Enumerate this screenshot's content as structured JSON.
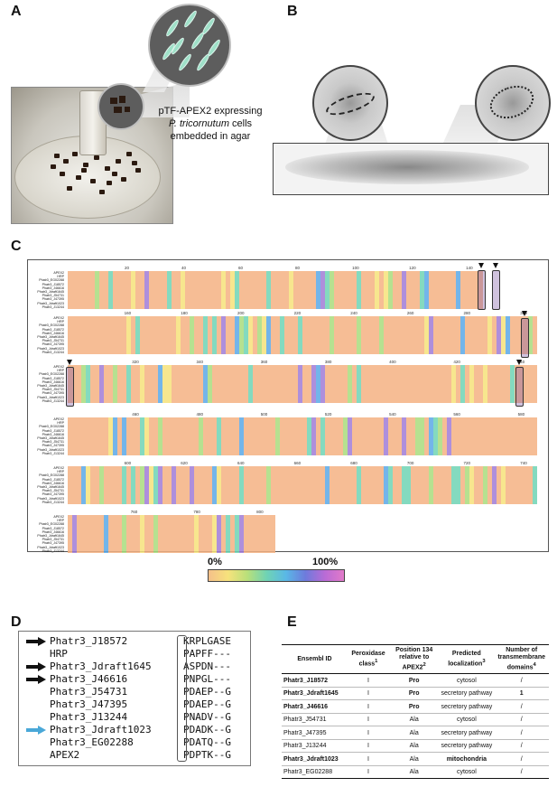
{
  "panels": {
    "a": "A",
    "b": "B",
    "c": "C",
    "d": "D",
    "e": "E"
  },
  "panel_a": {
    "caption_line1": "pTF-APEX2 expressing",
    "caption_line2": "P. tricornutum",
    "caption_line3": " cells",
    "caption_line4": "embedded in agar"
  },
  "panel_c": {
    "ruler_rows": [
      [
        "20",
        "40",
        "60",
        "80",
        "100",
        "120",
        "140"
      ],
      [
        "160",
        "180",
        "200",
        "220",
        "240",
        "260",
        "280",
        "300"
      ],
      [
        "320",
        "340",
        "360",
        "380",
        "400",
        "420",
        "440"
      ],
      [
        "460",
        "480",
        "500",
        "520",
        "540",
        "560",
        "580"
      ],
      [
        "600",
        "620",
        "640",
        "660",
        "680",
        "700",
        "720",
        "740"
      ],
      [
        "760",
        "780",
        "800"
      ]
    ],
    "seq_names": [
      "APEX2",
      "HRP",
      "Phatr3_EG02288",
      "Phatr3_J18572",
      "Phatr3_J46616",
      "Phatr3_Jdraft1645",
      "Phatr3_J54731",
      "Phatr3_J47395",
      "Phatr3_Jdraft1023",
      "Phatr3_J13244"
    ],
    "scale_min": "0%",
    "scale_max": "100%"
  },
  "panel_d": {
    "rows": [
      {
        "name": "Phatr3_J18572",
        "seq": "KRPLGASE",
        "arrow": "black"
      },
      {
        "name": "HRP",
        "seq": "PAPFF---",
        "arrow": ""
      },
      {
        "name": "Phatr3_Jdraft1645",
        "seq": "ASPDN---",
        "arrow": "black"
      },
      {
        "name": "Phatr3_J46616",
        "seq": "PNPGL---",
        "arrow": "black"
      },
      {
        "name": "Phatr3_J54731",
        "seq": "PDAEP--G",
        "arrow": ""
      },
      {
        "name": "Phatr3_J47395",
        "seq": "PDAEP--G",
        "arrow": ""
      },
      {
        "name": "Phatr3_J13244",
        "seq": "PNADV--G",
        "arrow": ""
      },
      {
        "name": "Phatr3_Jdraft1023",
        "seq": "PDADK--G",
        "arrow": "blue"
      },
      {
        "name": "Phatr3_EG02288",
        "seq": "PDATQ--G",
        "arrow": ""
      },
      {
        "name": "APEX2",
        "seq": "PDPTK--G",
        "arrow": ""
      }
    ]
  },
  "panel_e": {
    "headers": {
      "id": "Ensembl ID",
      "class": "Peroxidase class",
      "class_sup": "1",
      "pos": "Position 134 relative to APEX2",
      "pos_sup": "2",
      "loc": "Predicted localization",
      "loc_sup": "3",
      "tm": "Number of transmembrane domains",
      "tm_sup": "4"
    },
    "rows": [
      {
        "id": "Phatr3_J18572",
        "class": "I",
        "pos": "Pro",
        "loc": "cytosol",
        "tm": "/",
        "bold_id": true,
        "bold_pos": true,
        "bold_loc": false,
        "bold_tm": false
      },
      {
        "id": "Phatr3_Jdraft1645",
        "class": "I",
        "pos": "Pro",
        "loc": "secretory pathway",
        "tm": "1",
        "bold_id": true,
        "bold_pos": true,
        "bold_loc": false,
        "bold_tm": true
      },
      {
        "id": "Phatr3_J46616",
        "class": "I",
        "pos": "Pro",
        "loc": "secretory pathway",
        "tm": "/",
        "bold_id": true,
        "bold_pos": true,
        "bold_loc": false,
        "bold_tm": false
      },
      {
        "id": "Phatr3_J54731",
        "class": "I",
        "pos": "Ala",
        "loc": "cytosol",
        "tm": "/",
        "bold_id": false,
        "bold_pos": false,
        "bold_loc": false,
        "bold_tm": false
      },
      {
        "id": "Phatr3_J47395",
        "class": "I",
        "pos": "Ala",
        "loc": "secretory pathway",
        "tm": "/",
        "bold_id": false,
        "bold_pos": false,
        "bold_loc": false,
        "bold_tm": false
      },
      {
        "id": "Phatr3_J13244",
        "class": "I",
        "pos": "Ala",
        "loc": "secretory pathway",
        "tm": "/",
        "bold_id": false,
        "bold_pos": false,
        "bold_loc": false,
        "bold_tm": false
      },
      {
        "id": "Phatr3_Jdraft1023",
        "class": "I",
        "pos": "Ala",
        "loc": "mitochondria",
        "tm": "/",
        "bold_id": true,
        "bold_pos": false,
        "bold_loc": true,
        "bold_tm": false
      },
      {
        "id": "Phatr3_EG02288",
        "class": "I",
        "pos": "Ala",
        "loc": "cytosol",
        "tm": "/",
        "bold_id": false,
        "bold_pos": false,
        "bold_loc": false,
        "bold_tm": false
      }
    ]
  },
  "colors": {
    "arrow_black": "#111111",
    "arrow_blue": "#4aa8d8",
    "align_orange": "#f4b183",
    "align_yellow": "#f6e27a",
    "align_green": "#a9dc7c",
    "align_teal": "#6fd3b4",
    "align_blue": "#5aa8e6",
    "align_purple": "#a07bd6"
  }
}
